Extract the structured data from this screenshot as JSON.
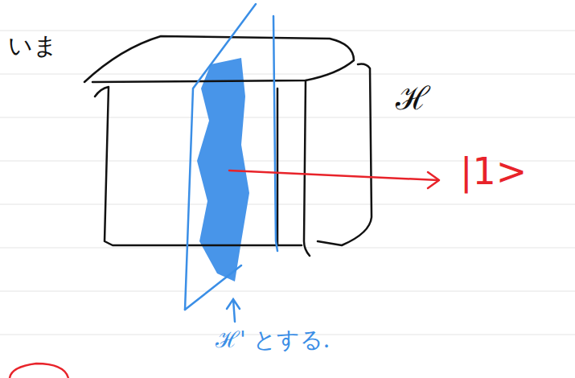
{
  "diagram": {
    "labels": [
      "いま",
      "ℋ",
      "|1>",
      "ℋ' とする."
    ]
  }
}
